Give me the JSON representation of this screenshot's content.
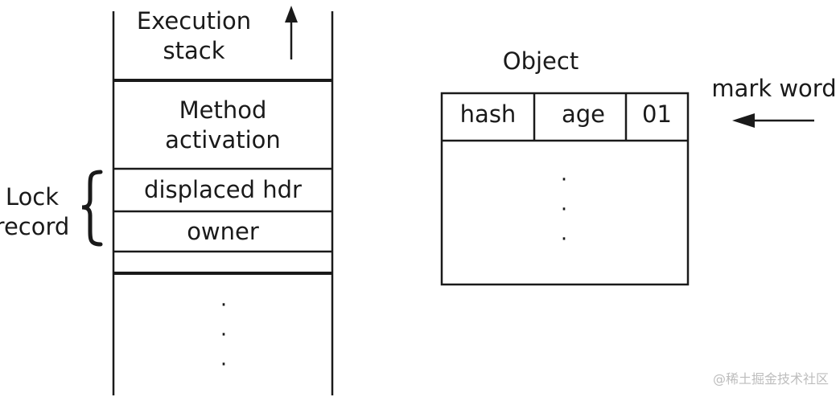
{
  "stack": {
    "execution_stack": [
      "Execution",
      "stack"
    ],
    "method_activation": [
      "Method",
      "activation"
    ],
    "displaced_hdr": "displaced hdr",
    "owner": "owner",
    "ellipsis": "·"
  },
  "lock_record": {
    "label": [
      "Lock",
      "record"
    ]
  },
  "object": {
    "title": "Object",
    "fields": [
      "hash",
      "age",
      "01"
    ],
    "ellipsis": "·"
  },
  "mark_word": {
    "label": "mark word"
  },
  "watermark": "@稀土掘金技术社区"
}
